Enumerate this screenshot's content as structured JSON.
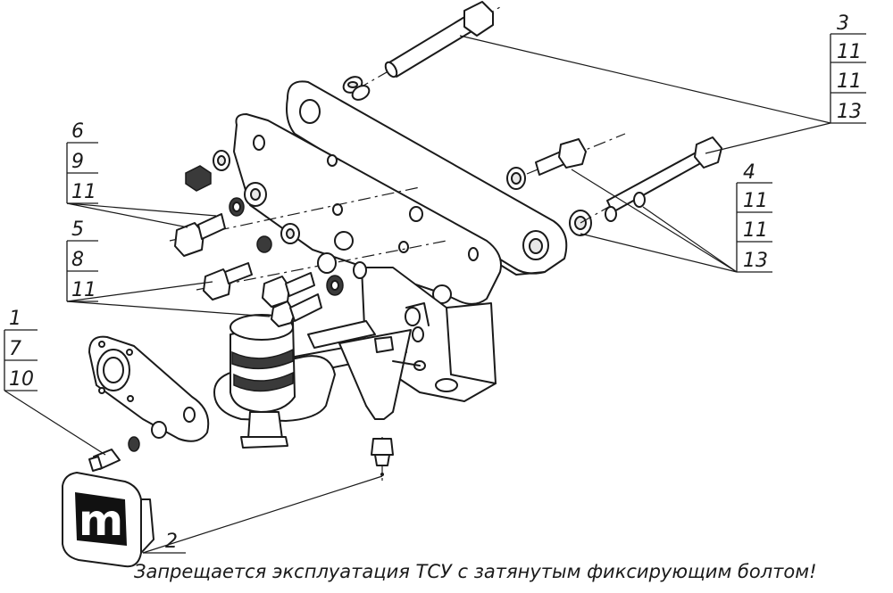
{
  "callouts": [
    {
      "id": "c1",
      "lines": [
        "1",
        "7",
        "10"
      ]
    },
    {
      "id": "c2",
      "lines": [
        "2"
      ]
    },
    {
      "id": "c3",
      "lines": [
        "3",
        "11",
        "11",
        "13"
      ]
    },
    {
      "id": "c4",
      "lines": [
        "4",
        "11",
        "11",
        "13"
      ]
    },
    {
      "id": "c5",
      "lines": [
        "5",
        "8",
        "11"
      ]
    },
    {
      "id": "c6",
      "lines": [
        "6",
        "9",
        "11"
      ]
    }
  ],
  "logo_letter": "m",
  "caption": "Запрещается эксплуатация ТСУ с затянутым фиксирующим болтом!"
}
